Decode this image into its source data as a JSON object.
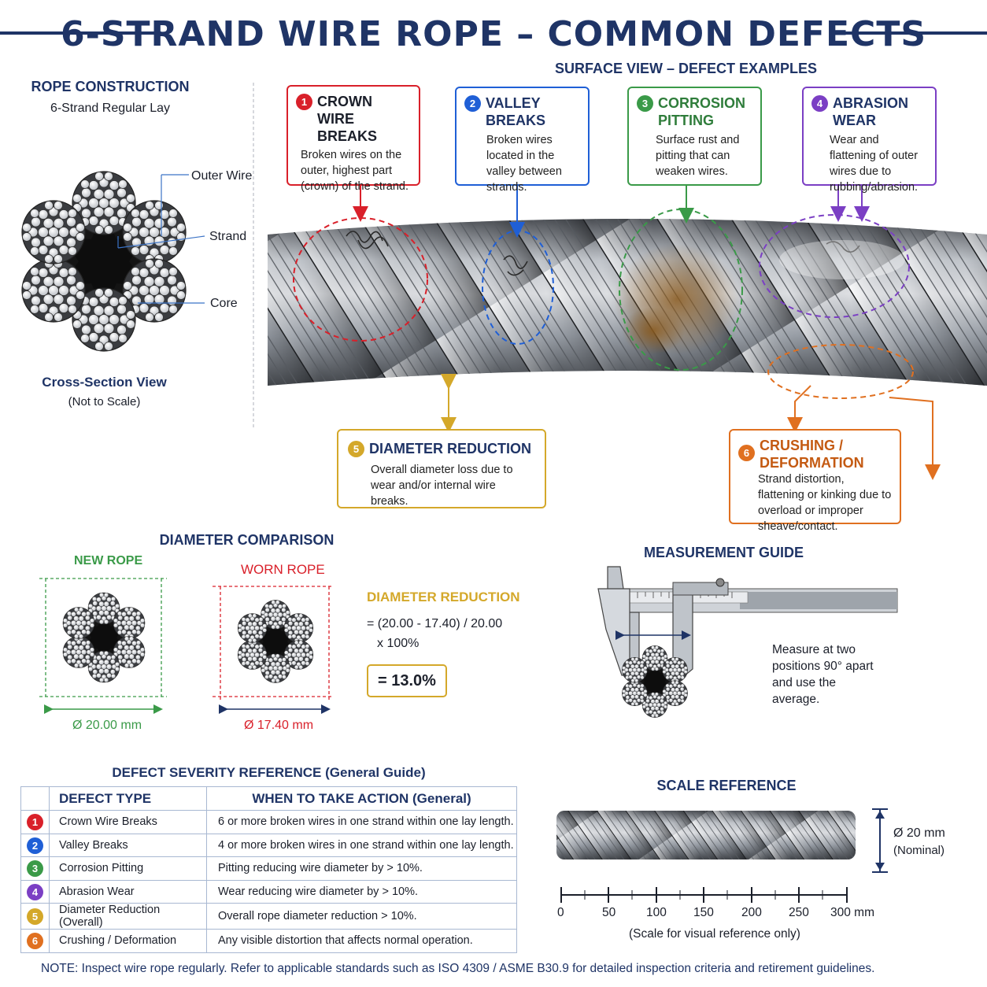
{
  "title": "6-STRAND WIRE ROPE – COMMON DEFECTS",
  "colors": {
    "navy": "#1f3466",
    "red": "#d9202a",
    "blue": "#1f5fd6",
    "green": "#3a9a48",
    "purple": "#7b3fc4",
    "gold": "#d4a82a",
    "orange": "#e07020"
  },
  "construction": {
    "title": "ROPE CONSTRUCTION",
    "subtitle": "6-Strand Regular Lay",
    "labels": {
      "outer_wire": "Outer Wire",
      "strand": "Strand",
      "core": "Core"
    },
    "caption": "Cross-Section View",
    "caption_sub": "(Not to Scale)"
  },
  "surface_view": {
    "title": "SURFACE VIEW – DEFECT EXAMPLES"
  },
  "defects": [
    {
      "num": "1",
      "title": "CROWN WIRE BREAKS",
      "desc": "Broken wires on the outer, highest part (crown) of the strand."
    },
    {
      "num": "2",
      "title": "VALLEY BREAKS",
      "desc": "Broken wires located in the valley between strands."
    },
    {
      "num": "3",
      "title": "CORROSION PITTING",
      "desc": "Surface rust and pitting that can weaken wires."
    },
    {
      "num": "4",
      "title": "ABRASION WEAR",
      "desc": "Wear and flattening of outer wires due to rubbing/abrasion."
    },
    {
      "num": "5",
      "title": "DIAMETER REDUCTION",
      "desc": "Overall diameter loss due to wear and/or internal wire breaks."
    },
    {
      "num": "6",
      "title": "CRUSHING / DEFORMATION",
      "desc": "Strand distortion, flattening or kinking due to overload or improper sheave/contact."
    }
  ],
  "diameter_comparison": {
    "title": "DIAMETER COMPARISON",
    "new_label": "NEW ROPE",
    "worn_label": "WORN ROPE",
    "new_diameter": "Ø 20.00 mm",
    "worn_diameter": "Ø 17.40 mm",
    "reduction_title": "DIAMETER REDUCTION",
    "formula_line1": "= (20.00 - 17.40) / 20.00",
    "formula_line2": "x 100%",
    "result": "= 13.0%"
  },
  "measurement": {
    "title": "MEASUREMENT GUIDE",
    "note": "Measure at two positions 90° apart and use the average."
  },
  "severity": {
    "title": "DEFECT SEVERITY REFERENCE (General Guide)",
    "col1": "DEFECT TYPE",
    "col2": "WHEN TO TAKE ACTION (General)",
    "rows": [
      {
        "num": "1",
        "type": "Crown Wire Breaks",
        "action": "6 or more broken wires in one strand within one lay length."
      },
      {
        "num": "2",
        "type": "Valley Breaks",
        "action": "4 or more broken wires in one strand within one lay length."
      },
      {
        "num": "3",
        "type": "Corrosion Pitting",
        "action": "Pitting reducing wire diameter by > 10%."
      },
      {
        "num": "4",
        "type": "Abrasion Wear",
        "action": "Wear reducing wire diameter by > 10%."
      },
      {
        "num": "5",
        "type": "Diameter Reduction (Overall)",
        "action": "Overall rope diameter reduction > 10%."
      },
      {
        "num": "6",
        "type": "Crushing / Deformation",
        "action": "Any visible distortion that affects normal operation."
      }
    ]
  },
  "scale": {
    "title": "SCALE REFERENCE",
    "diameter": "Ø 20 mm",
    "nominal": "(Nominal)",
    "ticks": [
      "0",
      "50",
      "100",
      "150",
      "200",
      "250",
      "300 mm"
    ],
    "caption": "(Scale for visual reference only)"
  },
  "note": "NOTE: Inspect wire rope regularly. Refer to applicable standards such as ISO 4309 / ASME B30.9 for detailed inspection criteria and retirement guidelines."
}
